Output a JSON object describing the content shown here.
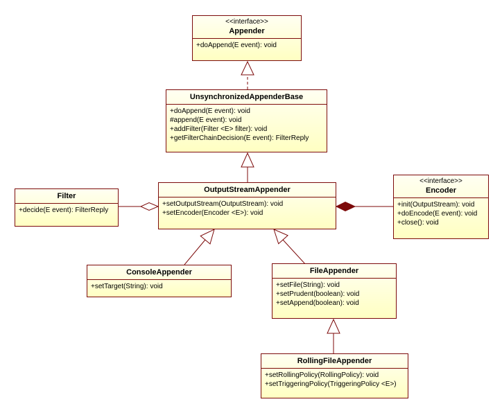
{
  "colors": {
    "box_fill": "#ffffc8",
    "box_fill_top": "#fffff2",
    "border": "#7c0a0a",
    "line": "#7c0a0a",
    "text": "#000000",
    "background": "#ffffff"
  },
  "classes": {
    "appender": {
      "stereotype": "<<interface>>",
      "name": "Appender",
      "methods": [
        "+doAppend(E event): void"
      ]
    },
    "unsynchronized_appender_base": {
      "name": "UnsynchronizedAppenderBase",
      "methods": [
        "+doAppend(E event): void",
        "#append(E event): void",
        "+addFilter(Filter <E> filter): void",
        "+getFilterChainDecision(E event): FilterReply"
      ]
    },
    "output_stream_appender": {
      "name": "OutputStreamAppender",
      "methods": [
        "+setOutputStream(OutputStream): void",
        "+setEncoder(Encoder <E>): void"
      ]
    },
    "filter": {
      "name": "Filter",
      "methods": [
        "+decide(E event): FilterReply"
      ]
    },
    "encoder": {
      "stereotype": "<<interface>>",
      "name": "Encoder",
      "methods": [
        "+init(OutputStream): void",
        "+doEncode(E event): void",
        "+close(): void"
      ]
    },
    "console_appender": {
      "name": "ConsoleAppender",
      "methods": [
        "+setTarget(String): void"
      ]
    },
    "file_appender": {
      "name": "FileAppender",
      "methods": [
        "+setFile(String): void",
        "+setPrudent(boolean): void",
        "+setAppend(boolean): void"
      ]
    },
    "rolling_file_appender": {
      "name": "RollingFileAppender",
      "methods": [
        "+setRollingPolicy(RollingPolicy): void",
        "+setTriggeringPolicy(TriggeringPolicy <E>)"
      ]
    }
  },
  "relationships": [
    {
      "type": "realization",
      "from": "UnsynchronizedAppenderBase",
      "to": "Appender"
    },
    {
      "type": "generalization",
      "from": "OutputStreamAppender",
      "to": "UnsynchronizedAppenderBase"
    },
    {
      "type": "aggregation",
      "whole": "OutputStreamAppender",
      "part": "Filter"
    },
    {
      "type": "composition",
      "whole": "OutputStreamAppender",
      "part": "Encoder"
    },
    {
      "type": "generalization",
      "from": "ConsoleAppender",
      "to": "OutputStreamAppender"
    },
    {
      "type": "generalization",
      "from": "FileAppender",
      "to": "OutputStreamAppender"
    },
    {
      "type": "generalization",
      "from": "RollingFileAppender",
      "to": "FileAppender"
    }
  ]
}
